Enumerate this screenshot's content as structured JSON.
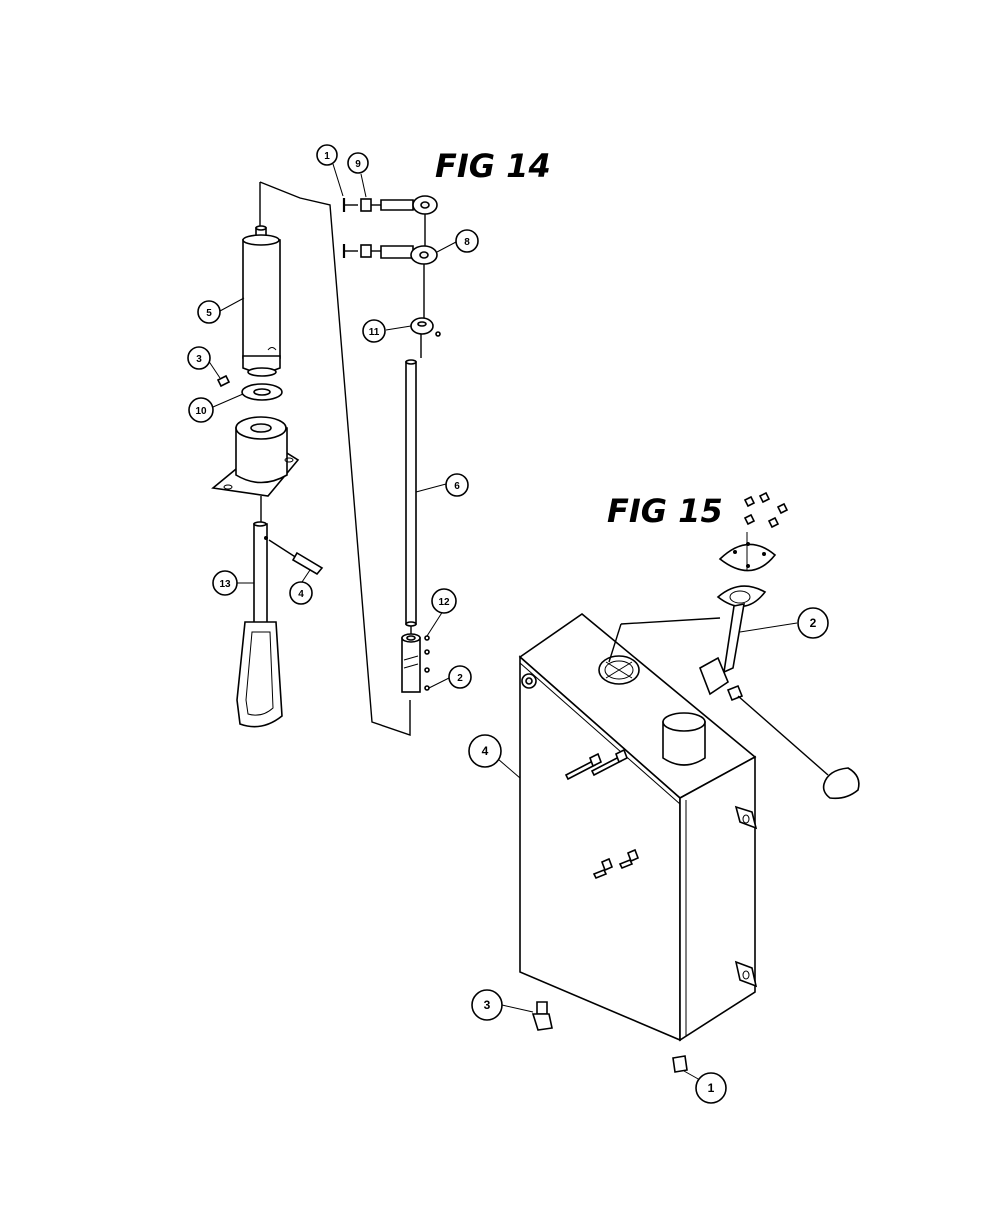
{
  "figures": {
    "fig14": {
      "title": "FIG 14"
    },
    "fig15": {
      "title": "FIG 15"
    }
  },
  "callouts": {
    "fig14": [
      "1",
      "9",
      "8",
      "11",
      "5",
      "3",
      "10",
      "6",
      "12",
      "2",
      "13",
      "4"
    ],
    "fig15": [
      "2",
      "4",
      "3",
      "1"
    ]
  }
}
